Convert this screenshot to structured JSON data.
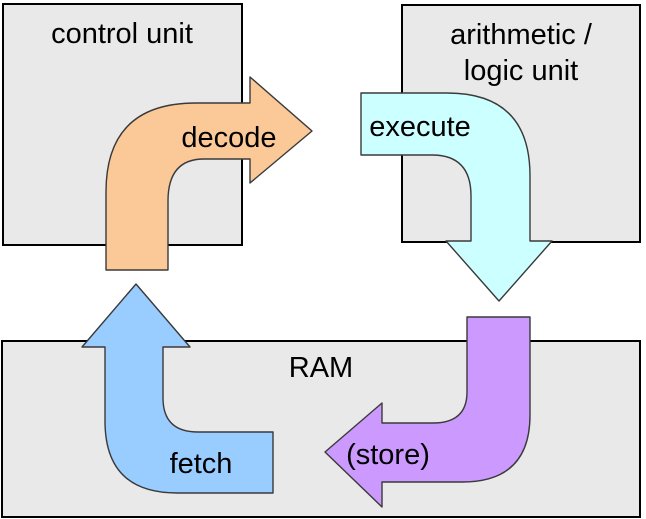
{
  "diagram": {
    "boxes": {
      "control_unit": {
        "label": "control unit",
        "fill": "#E9E9E9"
      },
      "alu": {
        "label_line1": "arithmetic /",
        "label_line2": "logic unit",
        "fill": "#E9E9E9"
      },
      "ram": {
        "label": "RAM",
        "fill": "#E9E9E9"
      }
    },
    "arrows": {
      "decode": {
        "label": "decode",
        "color": "#FBC997"
      },
      "execute": {
        "label": "execute",
        "color": "#CCFFFF"
      },
      "store": {
        "label": "(store)",
        "color": "#CC99FF"
      },
      "fetch": {
        "label": "fetch",
        "color": "#99CCFF"
      }
    }
  }
}
